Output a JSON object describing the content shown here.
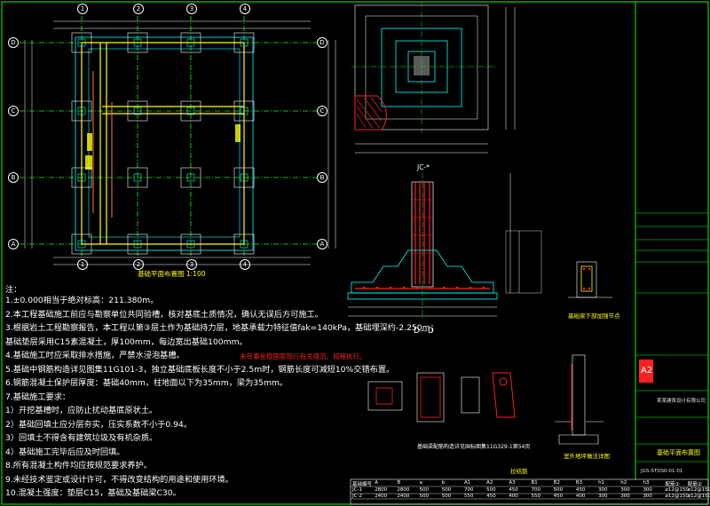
{
  "plan": {
    "title": "基础平面布置图  1:100",
    "axis_top": [
      "1",
      "2",
      "3",
      "4"
    ],
    "axis_bottom": [
      "1",
      "2",
      "3",
      "4"
    ],
    "axis_left": [
      "D",
      "C",
      "B",
      "A"
    ],
    "axis_right": [
      "D",
      "C",
      "B",
      "A"
    ]
  },
  "notes": {
    "heading": "注：",
    "lines": [
      "1.±0.000相当于绝对标高：211.380m。",
      "2.本工程基础施工前应与勘察单位共同验槽，核对基底土质情况，确认无误后方可施工。",
      "3.根据岩土工程勘察报告，本工程以第③层土作为基础持力层，地基承载力特征值fak=140kPa，基础埋深约-2.250m；",
      "  基础垫层采用C15素混凝土，厚100mm，每边宽出基础100mm。",
      "4.基础施工时应采取排水措施，严禁水浸泡基槽。",
      "5.基础中钢筋构造详见图集11G101-3，独立基础底板长度不小于2.5m时，钢筋长度可减短10%交错布置。",
      "6.钢筋混凝土保护层厚度：基础40mm，柱地面以下为35mm，梁为35mm。",
      "7.基础施工要求：",
      "1）开挖基槽时，应防止扰动基底原状土。",
      "2）基础回填土应分层夯实，压实系数不小于0.94。",
      "3）回填土不得含有建筑垃圾及有机杂质。",
      "4）基础施工完毕后应及时回填。",
      "8.所有混凝土构件均应按规范要求养护。",
      "9.未经技术鉴定或设计许可，不得改变结构的用途和使用环境。",
      "10.混凝土强度：垫层C15，基础及基础梁C30。"
    ],
    "red_note": "未尽事宜按国家现行有关规范、规程执行。"
  },
  "detail_titles": {
    "section": "D—D",
    "jc": "JC-*",
    "small_detail": "基础梁下部加强节点",
    "pile_note": "基础梁配筋构造详见国标图集11G329-1第54页",
    "grade_detail": "室外地坪做法详图",
    "tie": "拉结筋"
  },
  "table": {
    "headers": [
      "基础编号",
      "A",
      "B",
      "a",
      "b",
      "A1",
      "A2",
      "A3",
      "B1",
      "B2",
      "B3",
      "h1",
      "h2",
      "h3",
      "配筋①",
      "配筋②"
    ],
    "rows": [
      [
        "JC-1",
        "2800",
        "2800",
        "500",
        "500",
        "700",
        "500",
        "450",
        "700",
        "500",
        "450",
        "300",
        "300",
        "300",
        "⌀12@150",
        "⌀12@150"
      ],
      [
        "JC-2",
        "2400",
        "2400",
        "500",
        "500",
        "550",
        "450",
        "400",
        "550",
        "450",
        "400",
        "300",
        "300",
        "300",
        "⌀12@150",
        "⌀12@150"
      ]
    ]
  },
  "title_block": {
    "stamp": "A2",
    "drawing_name": "基础平面布置图",
    "drawing_no": "JGS-STDS0-01-01",
    "company": "某某建筑设计有限公司"
  },
  "colors": {
    "background": "#000000",
    "axis": "#00ff00",
    "beam": "#ffff00",
    "footing": "#00ffff",
    "rebar": "#ff2020",
    "dim": "#ffffff",
    "magenta": "#ff00ff"
  }
}
